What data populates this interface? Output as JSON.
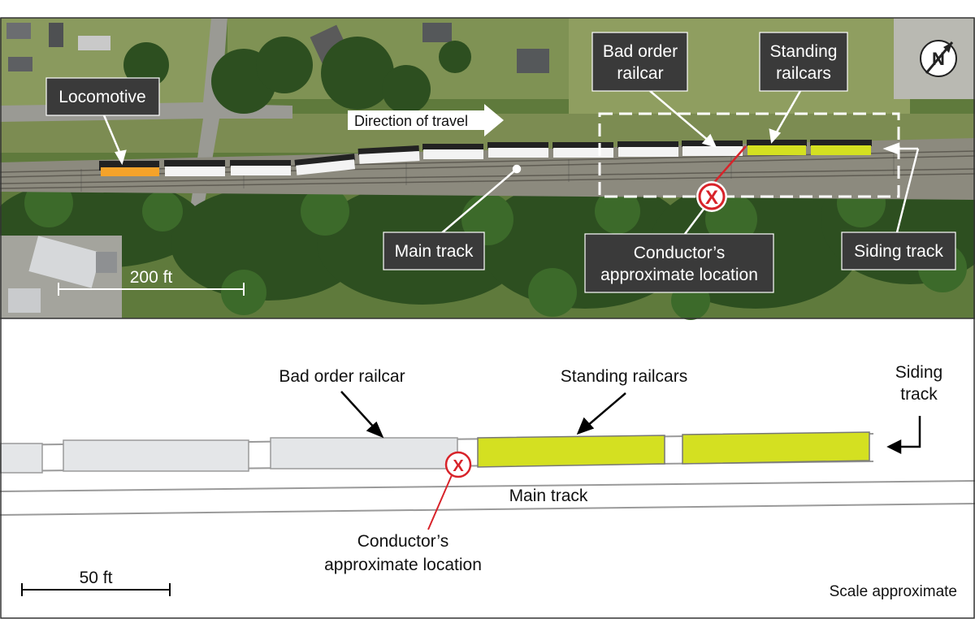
{
  "aerial": {
    "locomotive_label": "Locomotive",
    "direction_label": "Direction of travel",
    "bad_order_line1": "Bad order",
    "bad_order_line2": "railcar",
    "standing_line1": "Standing",
    "standing_line2": "railcars",
    "main_track_label": "Main track",
    "conductor_line1": "Conductor’s",
    "conductor_line2": "approximate location",
    "siding_label": "Siding track",
    "scale_label": "200 ft",
    "compass_letter": "N",
    "compass_icon": "north-arrow-icon",
    "marker_letter": "X"
  },
  "schematic": {
    "bad_order_label": "Bad order railcar",
    "standing_label": "Standing railcars",
    "siding_line1": "Siding",
    "siding_line2": "track",
    "main_track_label": "Main track",
    "conductor_line1": "Conductor’s",
    "conductor_line2": "approximate location",
    "scale_label": "50 ft",
    "scale_note": "Scale approximate",
    "marker_letter": "X"
  },
  "colors": {
    "locomotive": "#f5a32a",
    "standing_railcar": "#d4e021",
    "railcar_white": "#f3f3f3",
    "railcar_gray": "#e4e6e8",
    "marker_red": "#d8232a",
    "label_dark": "#3a3a3a"
  }
}
